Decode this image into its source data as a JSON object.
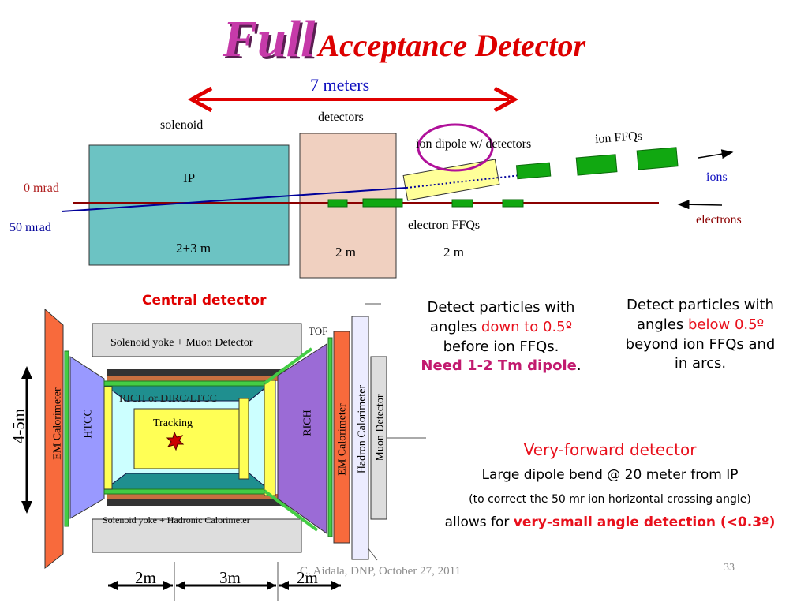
{
  "title": {
    "emph": "Full",
    "rest": "Acceptance Detector"
  },
  "overview": {
    "seven_meters": "7 meters",
    "detectors": "detectors",
    "solenoid": "solenoid",
    "ion_dipole": "ion dipole w/ detectors",
    "ion_ffqs": "ion FFQs",
    "ions": "ions",
    "electrons": "electrons",
    "ip": "IP",
    "zero_mrad": "0 mrad",
    "fifty_mrad": "50 mrad",
    "electron_ffqs": "electron FFQs",
    "len_solenoid": "2+3 m",
    "len_detectors": "2 m",
    "len_electron_ffqs": "2 m"
  },
  "central": {
    "title": "Central detector",
    "yoke_muon": "Solenoid yoke + Muon Detector",
    "tof": "TOF",
    "rich_dirc": "RICH or DIRC/LTCC",
    "tracking": "Tracking",
    "htcc": "HTCC",
    "rich": "RICH",
    "em_cal_left": "EM Calorimeter",
    "em_cal_right": "EM Calorimeter",
    "hadron_cal": "Hadron Calorimeter",
    "muon_det": "Muon Detector",
    "yoke_hadronic": "Solenoid yoke + Hadronic Calorimeter",
    "height": "4-5m",
    "dim_left": "2m",
    "dim_mid": "3m",
    "dim_right": "2m"
  },
  "text_left": {
    "l1": "Detect particles with",
    "l2a": "angles ",
    "l2b": "down to 0.5º",
    "l3": "before ion FFQs.",
    "l4a": "Need 1-2 Tm dipole",
    "l4b": "."
  },
  "text_right": {
    "l1": "Detect particles with",
    "l2a": "angles ",
    "l2b": "below 0.5º",
    "l3": "beyond ion FFQs and",
    "l4": "in arcs."
  },
  "very_forward": {
    "heading": "Very-forward detector",
    "l1": "Large dipole bend @ 20 meter from IP",
    "l2": "(to correct the 50 mr ion horizontal crossing angle)",
    "l3a": "allows for ",
    "l3b": "very-small angle detection (<0.3º)"
  },
  "footer": {
    "credit": "C. Aidala, DNP, October 27, 2011",
    "page": "33"
  },
  "colors": {
    "title_full": "#c63aa9",
    "title_rest": "#dd0000",
    "solenoid_box": "#6cc3c3",
    "detectors_box": "#f0d0c0",
    "dipole_box": "#ffff99",
    "ffq_green": "#11a811",
    "em_calorimeter": "#f86a3c",
    "htcc_rich": "#9b6bd6",
    "beam_red": "#8b0000",
    "beam_blue": "#000099"
  }
}
